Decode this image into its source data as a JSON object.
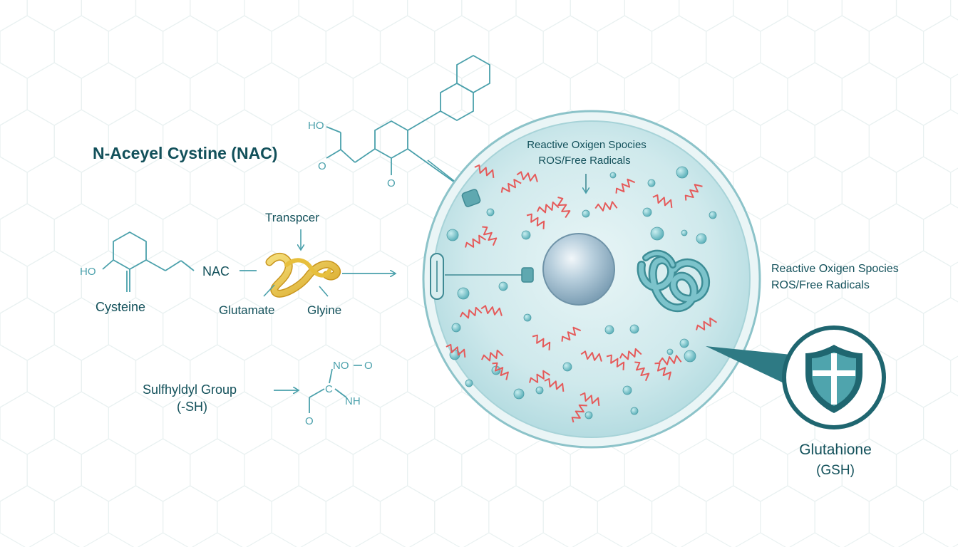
{
  "colors": {
    "background": "#ffffff",
    "hex_pattern": "#e9f1f1",
    "teal_dark": "#12505a",
    "teal_mid": "#3f9aa6",
    "teal_line": "#4aa0ab",
    "cell_fill": "#cfe9ec",
    "cell_border": "#8cc3c9",
    "nucleus": "#a9c6d6",
    "radical_red": "#e55a5a",
    "transporter_yellow": "#e6c24a"
  },
  "labels": {
    "nac_title": "N-Aceyel Cystine (NAC)",
    "nac_mol_ho": "HO",
    "nac_mol_o1": "O",
    "nac_mol_o2": "O",
    "cysteine_ho": "HO",
    "cysteine": "Cysteine",
    "nac_short": "NAC",
    "transporter": "Transpcer",
    "glutamate": "Glutamate",
    "glycine": "Glyine",
    "sulfhydryl_line1": "Sulfhyldyl Group",
    "sulfhydryl_line2": "(-SH)",
    "sh_mol_no": "NO",
    "sh_mol_o_top": "O",
    "sh_mol_c": "C",
    "sh_mol_nh": "NH",
    "sh_mol_o_bottom": "O",
    "ros_inside_line1": "Reactive Oxigen Spocies",
    "ros_inside_line2": "ROS/Free Radicals",
    "ros_right_line1": "Reactive Oxigen Spocies",
    "ros_right_line2": "ROS/Free Radicals",
    "glutathione_line1": "Glutahione",
    "glutathione_line2": "(GSH)"
  },
  "icons": {
    "shield": "shield-icon",
    "transporter": "transporter-protein-icon",
    "nucleus": "nucleus-icon",
    "protein": "protein-coil-icon",
    "radical": "free-radical-icon"
  }
}
